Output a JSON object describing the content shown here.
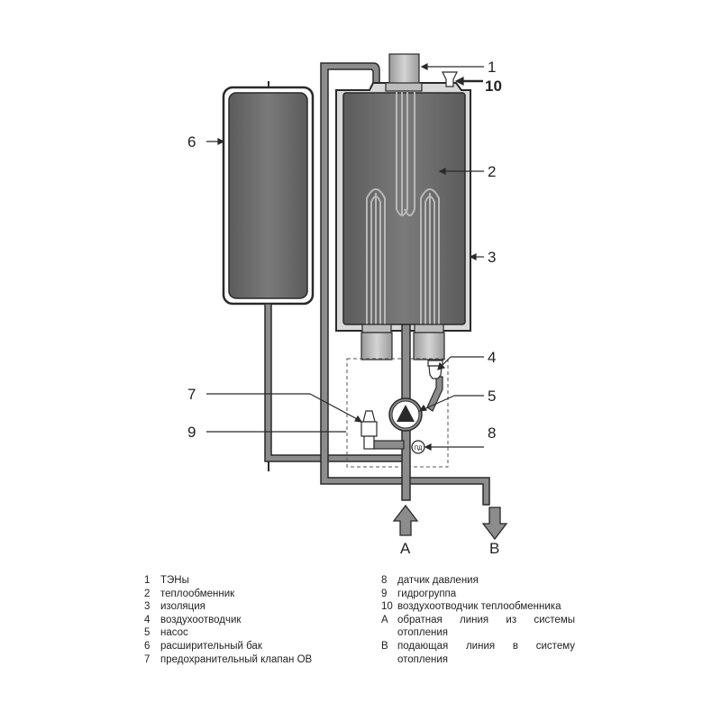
{
  "callouts": {
    "c1": "1",
    "c2": "2",
    "c3": "3",
    "c4": "4",
    "c5": "5",
    "c6": "6",
    "c7": "7",
    "c8": "8",
    "c9": "9",
    "c10": "10",
    "cA": "A",
    "cB": "B"
  },
  "sensor_label": "ПД",
  "legend_left": [
    {
      "key": "1",
      "text": "ТЭНы"
    },
    {
      "key": "2",
      "text": "теплообменник"
    },
    {
      "key": "3",
      "text": "изоляция"
    },
    {
      "key": "4",
      "text": "воздухоотводчик"
    },
    {
      "key": "5",
      "text": "насос"
    },
    {
      "key": "6",
      "text": "расширительный бак"
    },
    {
      "key": "7",
      "text": "предохранительный клапан ОВ"
    }
  ],
  "legend_right": [
    {
      "key": "8",
      "text": "датчик давления"
    },
    {
      "key": "9",
      "text": "гидрогруппа"
    },
    {
      "key": "10",
      "text": "воздухоотводчик теплообменника"
    },
    {
      "key": "A",
      "text": "обратная линия из системы",
      "cont": "отопления"
    },
    {
      "key": "B",
      "text": "подающая линия в систему",
      "cont": "отопления"
    }
  ],
  "colors": {
    "tank_fill": "#707070",
    "pipe_fill": "#8c8c8c",
    "outline": "#2a2a2a",
    "insulation": "#d9d9d9"
  }
}
